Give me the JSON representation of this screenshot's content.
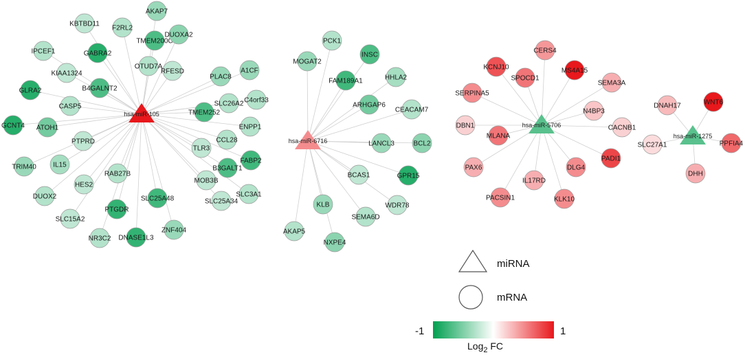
{
  "colors": {
    "green": "#00a050",
    "white": "#ffffff",
    "red": "#e8181c",
    "edge": "#d0d0d0",
    "node_stroke": "#9a9a9a"
  },
  "legend": {
    "mirna_label": "miRNA",
    "mrna_label": "mRNA",
    "mirna_icon": "triangle-icon",
    "mrna_icon": "circle-icon"
  },
  "colorbar": {
    "min_label": "-1",
    "max_label": "1",
    "title_main": "Log",
    "title_sub": "2",
    "title_tail": " FC",
    "min": -1,
    "max": 1
  },
  "hubs": [
    {
      "id": "hsa-miR-105",
      "fc": 1.0
    },
    {
      "id": "hsa-miR-6716",
      "fc": 0.5
    },
    {
      "id": "hsa-miR-5706",
      "fc": -0.65
    },
    {
      "id": "hsa-miR-1275",
      "fc": -0.65
    }
  ],
  "genes": [
    {
      "name": "KBTBD11",
      "fc": -0.25,
      "hubs": [
        "hsa-miR-105"
      ]
    },
    {
      "name": "F2RL2",
      "fc": -0.3,
      "hubs": [
        "hsa-miR-105"
      ]
    },
    {
      "name": "AKAP7",
      "fc": -0.4,
      "hubs": [
        "hsa-miR-105"
      ]
    },
    {
      "name": "TMEM200C",
      "fc": -0.7,
      "hubs": [
        "hsa-miR-105"
      ]
    },
    {
      "name": "DUOXA2",
      "fc": -0.45,
      "hubs": [
        "hsa-miR-105"
      ]
    },
    {
      "name": "IPCEF1",
      "fc": -0.3,
      "hubs": [
        "hsa-miR-105"
      ]
    },
    {
      "name": "GABRA2",
      "fc": -0.85,
      "hubs": [
        "hsa-miR-105"
      ]
    },
    {
      "name": "OTUD7A",
      "fc": -0.3,
      "hubs": [
        "hsa-miR-105"
      ]
    },
    {
      "name": "RFESD",
      "fc": -0.25,
      "hubs": [
        "hsa-miR-105"
      ]
    },
    {
      "name": "KIAA1324",
      "fc": -0.25,
      "hubs": [
        "hsa-miR-105"
      ]
    },
    {
      "name": "B4GALNT2",
      "fc": -0.7,
      "hubs": [
        "hsa-miR-105"
      ]
    },
    {
      "name": "GLRA2",
      "fc": -0.85,
      "hubs": [
        "hsa-miR-105"
      ]
    },
    {
      "name": "CASP5",
      "fc": -0.3,
      "hubs": [
        "hsa-miR-105"
      ]
    },
    {
      "name": "GCNT4",
      "fc": -0.85,
      "hubs": [
        "hsa-miR-105"
      ]
    },
    {
      "name": "ATOH1",
      "fc": -0.55,
      "hubs": [
        "hsa-miR-105"
      ]
    },
    {
      "name": "PTPRD",
      "fc": -0.25,
      "hubs": [
        "hsa-miR-105"
      ]
    },
    {
      "name": "TRIM40",
      "fc": -0.4,
      "hubs": [
        "hsa-miR-105"
      ]
    },
    {
      "name": "IL15",
      "fc": -0.35,
      "hubs": [
        "hsa-miR-105"
      ]
    },
    {
      "name": "HES2",
      "fc": -0.25,
      "hubs": [
        "hsa-miR-105"
      ]
    },
    {
      "name": "RAB27B",
      "fc": -0.3,
      "hubs": [
        "hsa-miR-105"
      ]
    },
    {
      "name": "DUOX2",
      "fc": -0.3,
      "hubs": [
        "hsa-miR-105"
      ]
    },
    {
      "name": "SLC15A2",
      "fc": -0.25,
      "hubs": [
        "hsa-miR-105"
      ]
    },
    {
      "name": "PTGDR",
      "fc": -0.8,
      "hubs": [
        "hsa-miR-105"
      ]
    },
    {
      "name": "SLC25A48",
      "fc": -0.75,
      "hubs": [
        "hsa-miR-105"
      ]
    },
    {
      "name": "NR3C2",
      "fc": -0.3,
      "hubs": [
        "hsa-miR-105"
      ]
    },
    {
      "name": "DNASE1L3",
      "fc": -0.8,
      "hubs": [
        "hsa-miR-105"
      ]
    },
    {
      "name": "ZNF404",
      "fc": -0.4,
      "hubs": [
        "hsa-miR-105"
      ]
    },
    {
      "name": "PLAC8",
      "fc": -0.4,
      "hubs": [
        "hsa-miR-105"
      ]
    },
    {
      "name": "A1CF",
      "fc": -0.4,
      "hubs": [
        "hsa-miR-105"
      ]
    },
    {
      "name": "SLC26A2",
      "fc": -0.3,
      "hubs": [
        "hsa-miR-105"
      ]
    },
    {
      "name": "C4orf33",
      "fc": -0.3,
      "hubs": [
        "hsa-miR-105"
      ]
    },
    {
      "name": "TMEM252",
      "fc": -0.7,
      "hubs": [
        "hsa-miR-105"
      ]
    },
    {
      "name": "ENPP1",
      "fc": -0.3,
      "hubs": [
        "hsa-miR-105"
      ]
    },
    {
      "name": "CCL28",
      "fc": -0.3,
      "hubs": [
        "hsa-miR-105"
      ]
    },
    {
      "name": "TLR3",
      "fc": -0.25,
      "hubs": [
        "hsa-miR-105"
      ]
    },
    {
      "name": "FABP2",
      "fc": -0.75,
      "hubs": [
        "hsa-miR-105"
      ]
    },
    {
      "name": "B3GALT1",
      "fc": -0.7,
      "hubs": [
        "hsa-miR-105"
      ]
    },
    {
      "name": "MOB3B",
      "fc": -0.25,
      "hubs": [
        "hsa-miR-105"
      ]
    },
    {
      "name": "SLC25A34",
      "fc": -0.25,
      "hubs": [
        "hsa-miR-105"
      ]
    },
    {
      "name": "SLC3A1",
      "fc": -0.3,
      "hubs": [
        "hsa-miR-105"
      ]
    },
    {
      "name": "PCK1",
      "fc": -0.3,
      "hubs": [
        "hsa-miR-6716"
      ]
    },
    {
      "name": "MOGAT2",
      "fc": -0.4,
      "hubs": [
        "hsa-miR-6716"
      ]
    },
    {
      "name": "INSC",
      "fc": -0.7,
      "hubs": [
        "hsa-miR-6716"
      ]
    },
    {
      "name": "FAM189A1",
      "fc": -0.75,
      "hubs": [
        "hsa-miR-6716"
      ]
    },
    {
      "name": "HHLA2",
      "fc": -0.35,
      "hubs": [
        "hsa-miR-6716"
      ]
    },
    {
      "name": "ARHGAP6",
      "fc": -0.55,
      "hubs": [
        "hsa-miR-6716"
      ]
    },
    {
      "name": "CEACAM7",
      "fc": -0.3,
      "hubs": [
        "hsa-miR-6716"
      ]
    },
    {
      "name": "LANCL3",
      "fc": -0.4,
      "hubs": [
        "hsa-miR-6716"
      ]
    },
    {
      "name": "BCL2",
      "fc": -0.45,
      "hubs": [
        "hsa-miR-6716"
      ]
    },
    {
      "name": "BCAS1",
      "fc": -0.25,
      "hubs": [
        "hsa-miR-6716"
      ]
    },
    {
      "name": "GPR15",
      "fc": -0.85,
      "hubs": [
        "hsa-miR-6716"
      ]
    },
    {
      "name": "KLB",
      "fc": -0.4,
      "hubs": [
        "hsa-miR-6716"
      ]
    },
    {
      "name": "SEMA6D",
      "fc": -0.3,
      "hubs": [
        "hsa-miR-6716"
      ]
    },
    {
      "name": "WDR78",
      "fc": -0.25,
      "hubs": [
        "hsa-miR-6716"
      ]
    },
    {
      "name": "AKAP5",
      "fc": -0.3,
      "hubs": [
        "hsa-miR-6716"
      ]
    },
    {
      "name": "NXPE4",
      "fc": -0.45,
      "hubs": [
        "hsa-miR-6716"
      ]
    },
    {
      "name": "CERS4",
      "fc": 0.45,
      "hubs": [
        "hsa-miR-5706"
      ]
    },
    {
      "name": "KCNJ10",
      "fc": 0.75,
      "hubs": [
        "hsa-miR-5706"
      ]
    },
    {
      "name": "SPOCD1",
      "fc": 0.6,
      "hubs": [
        "hsa-miR-5706"
      ]
    },
    {
      "name": "MS4A15",
      "fc": 1.0,
      "hubs": [
        "hsa-miR-5706"
      ]
    },
    {
      "name": "SEMA3A",
      "fc": 0.35,
      "hubs": [
        "hsa-miR-5706"
      ]
    },
    {
      "name": "SERPINA5",
      "fc": 0.5,
      "hubs": [
        "hsa-miR-5706"
      ]
    },
    {
      "name": "N4BP3",
      "fc": 0.25,
      "hubs": [
        "hsa-miR-5706"
      ]
    },
    {
      "name": "DBN1",
      "fc": 0.2,
      "hubs": [
        "hsa-miR-5706"
      ]
    },
    {
      "name": "CACNB1",
      "fc": 0.2,
      "hubs": [
        "hsa-miR-5706"
      ]
    },
    {
      "name": "MLANA",
      "fc": 0.6,
      "hubs": [
        "hsa-miR-5706"
      ]
    },
    {
      "name": "PAX6",
      "fc": 0.35,
      "hubs": [
        "hsa-miR-5706"
      ]
    },
    {
      "name": "PADI1",
      "fc": 0.8,
      "hubs": [
        "hsa-miR-5706"
      ]
    },
    {
      "name": "DLG4",
      "fc": 0.5,
      "hubs": [
        "hsa-miR-5706"
      ]
    },
    {
      "name": "IL17RD",
      "fc": 0.35,
      "hubs": [
        "hsa-miR-5706"
      ]
    },
    {
      "name": "PACSIN1",
      "fc": 0.5,
      "hubs": [
        "hsa-miR-5706"
      ]
    },
    {
      "name": "KLK10",
      "fc": 0.5,
      "hubs": [
        "hsa-miR-5706"
      ]
    },
    {
      "name": "DNAH17",
      "fc": 0.3,
      "hubs": [
        "hsa-miR-1275"
      ]
    },
    {
      "name": "WNT6",
      "fc": 1.0,
      "hubs": [
        "hsa-miR-1275"
      ]
    },
    {
      "name": "SLC27A1",
      "fc": 0.15,
      "hubs": [
        "hsa-miR-1275"
      ]
    },
    {
      "name": "PPFIA4",
      "fc": 0.65,
      "hubs": [
        "hsa-miR-1275"
      ]
    },
    {
      "name": "DHH",
      "fc": 0.35,
      "hubs": [
        "hsa-miR-1275"
      ]
    }
  ]
}
